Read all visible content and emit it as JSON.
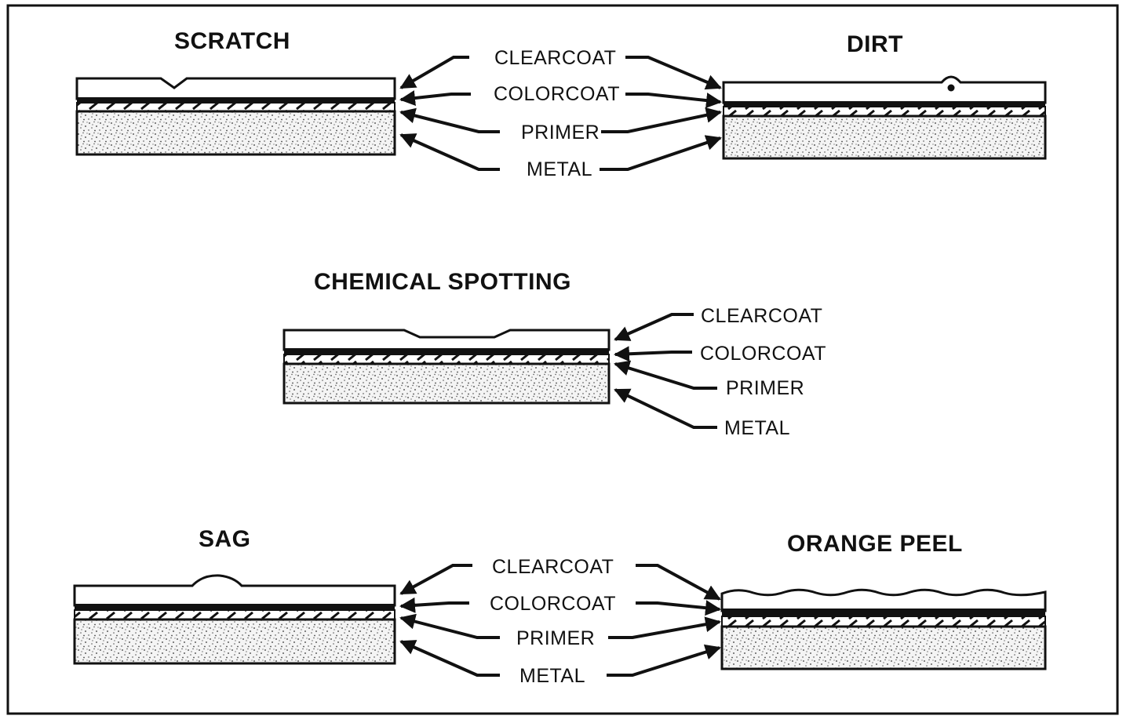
{
  "panels": {
    "scratch": {
      "title": "SCRATCH",
      "labels": {
        "clearcoat": "CLEARCOAT",
        "colorcoat": "COLORCOAT",
        "primer": "PRIMER",
        "metal": "METAL"
      }
    },
    "dirt": {
      "title": "DIRT"
    },
    "chemical_spotting": {
      "title": "CHEMICAL SPOTTING",
      "labels": {
        "clearcoat": "CLEARCOAT",
        "colorcoat": "COLORCOAT",
        "primer": "PRIMER",
        "metal": "METAL"
      }
    },
    "sag": {
      "title": "SAG",
      "labels": {
        "clearcoat": "CLEARCOAT",
        "colorcoat": "COLORCOAT",
        "primer": "PRIMER",
        "metal": "METAL"
      }
    },
    "orange_peel": {
      "title": "ORANGE PEEL"
    }
  },
  "colors": {
    "ink": "#111111",
    "paper": "#ffffff"
  }
}
